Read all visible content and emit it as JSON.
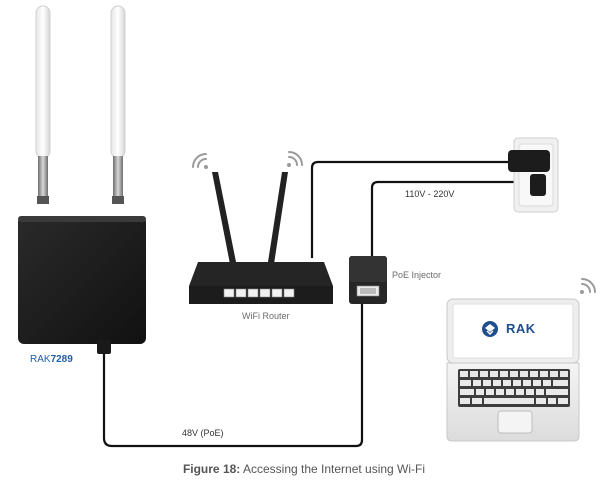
{
  "device": {
    "label_prefix": "RAK",
    "label_model": "7289"
  },
  "router": {
    "label": "WiFi Router"
  },
  "poe_injector": {
    "label": "PoE Injector"
  },
  "power": {
    "voltage_label": "110V - 220V"
  },
  "cable": {
    "poe_label": "48V (PoE)"
  },
  "laptop": {
    "logo_text": "RAK"
  },
  "caption": {
    "figure": "Figure 18:",
    "text": " Accessing the Internet using Wi-Fi"
  },
  "colors": {
    "device_label": "#1f5fa8",
    "logo": "#1f4f8f",
    "cable": "#111111",
    "label_gray": "#6b6b6b"
  }
}
